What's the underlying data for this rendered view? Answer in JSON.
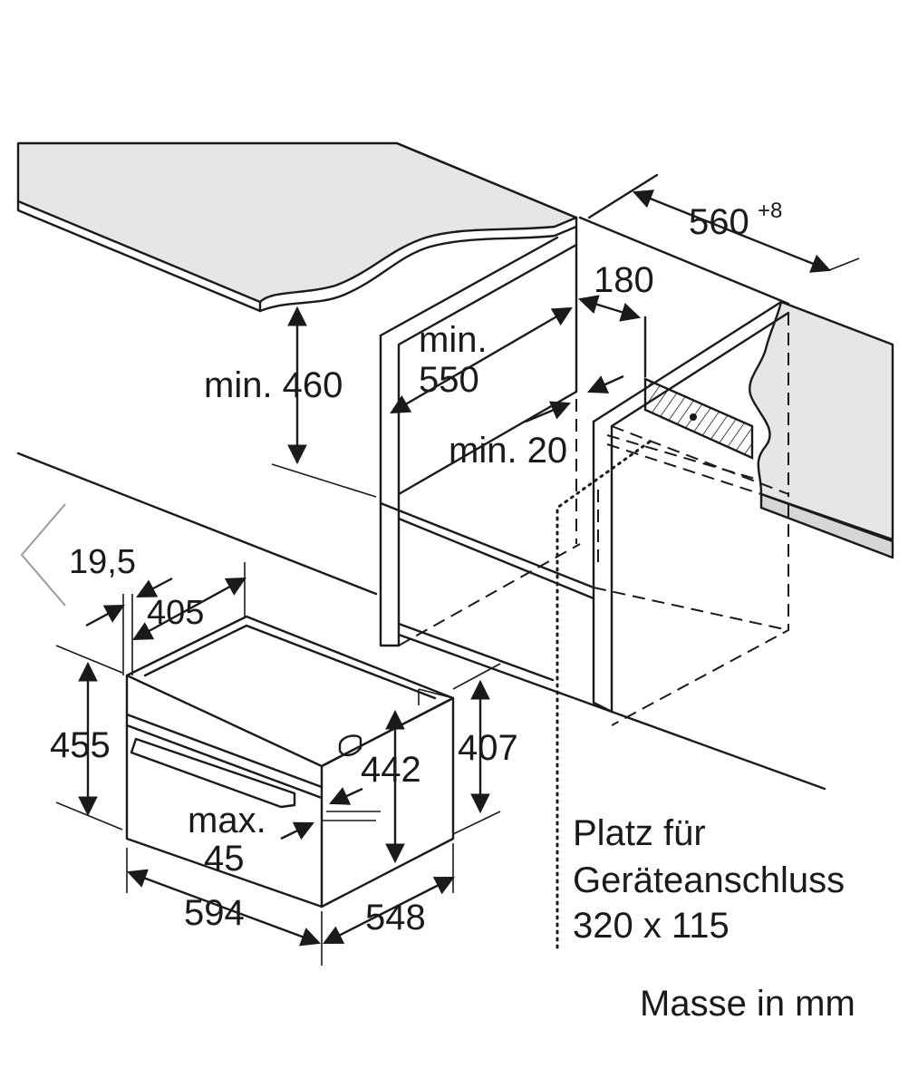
{
  "labels": {
    "width_560": "560",
    "width_560_sup": "+8",
    "dim_180": "180",
    "min_550_line1": "min.",
    "min_550_line2": "550",
    "min_460": "min. 460",
    "min_20": "min. 20",
    "dim_19_5": "19,5",
    "dim_405": "405",
    "dim_455": "455",
    "dim_442": "442",
    "dim_407": "407",
    "max_45_line1": "max.",
    "max_45_line2": "45",
    "dim_594": "594",
    "dim_548": "548",
    "note_line1": "Platz für",
    "note_line2": "Geräteanschluss",
    "note_line3": "320 x 115",
    "units": "Masse in mm"
  },
  "colors": {
    "line": "#1a1a1a",
    "worktop": "#e6e6e6",
    "hatch": "#bdbdbd",
    "background": "#ffffff"
  },
  "icons": {
    "prev": "chevron-left-icon"
  }
}
